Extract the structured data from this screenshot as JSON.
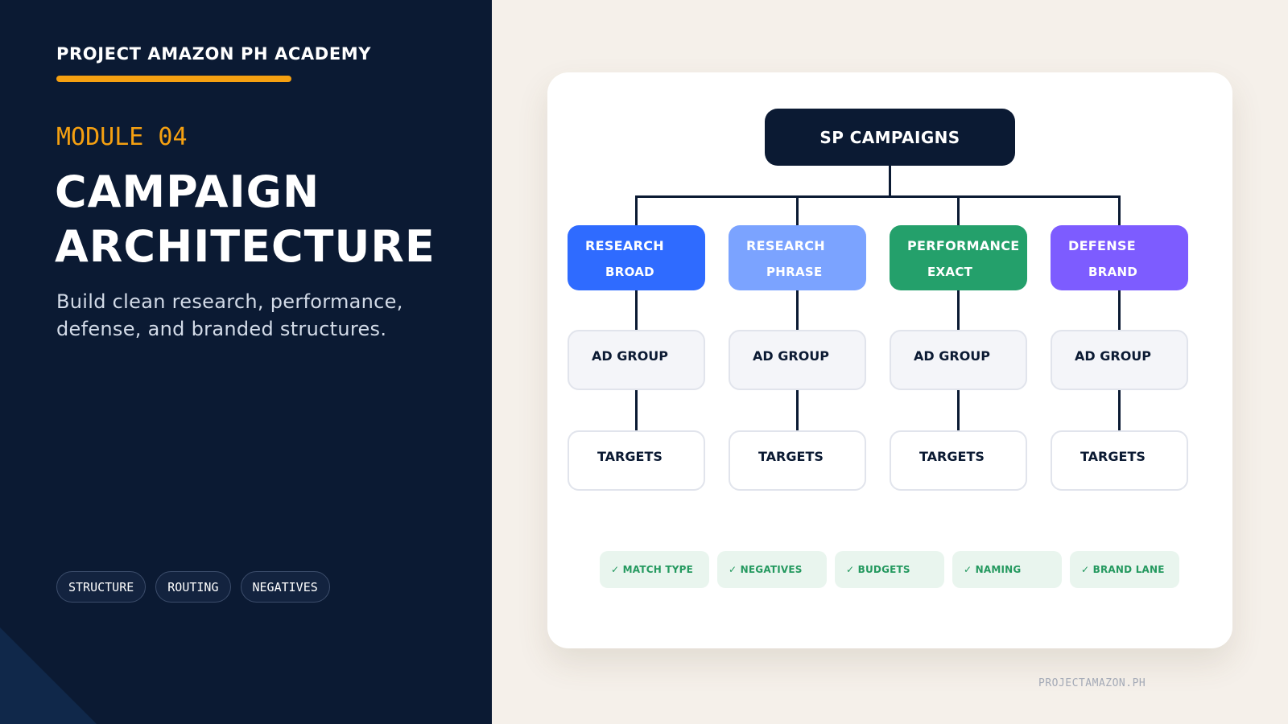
{
  "brand": {
    "name": "PROJECT AMAZON PH ACADEMY"
  },
  "module": "MODULE 04",
  "title": {
    "line1": "CAMPAIGN",
    "line2": "ARCHITECTURE"
  },
  "subtitle": "Build clean research, performance, defense, and branded structures.",
  "tags": [
    "STRUCTURE",
    "ROUTING",
    "NEGATIVES"
  ],
  "diagram": {
    "root": "SP CAMPAIGNS",
    "campaigns": [
      {
        "line1": "RESEARCH",
        "line2": "BROAD",
        "color": "#2f6bff"
      },
      {
        "line1": "RESEARCH",
        "line2": "PHRASE",
        "color": "#7ba3ff"
      },
      {
        "line1": "PERFORMANCE",
        "line2": "EXACT",
        "color": "#24a06b"
      },
      {
        "line1": "DEFENSE",
        "line2": "BRAND",
        "color": "#7d5cff"
      }
    ],
    "ad_group_label": "AD GROUP",
    "targets_label": "TARGETS"
  },
  "checklist": [
    "✓ MATCH TYPE",
    "✓ NEGATIVES",
    "✓ BUDGETS",
    "✓ NAMING",
    "✓ BRAND LANE"
  ],
  "footer": "PROJECTAMAZON.PH",
  "colors": {
    "navy": "#0b1a33",
    "accent": "#f5a011",
    "background": "#f5f0ea",
    "check_green": "#24995f"
  }
}
